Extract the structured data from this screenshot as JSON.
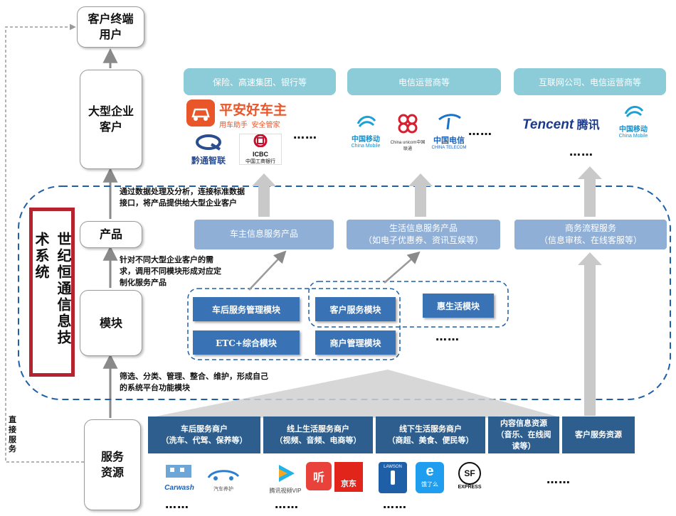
{
  "nodes": {
    "client": "客户终端用户",
    "enterprise": "大型企业客户",
    "product": "产品",
    "module": "模块",
    "service": "服务资源",
    "company": "世纪恒通信息技术系统",
    "direct": "直接服务"
  },
  "notes": {
    "top": "通过数据处理及分析，连接标准数据接口，将产品提供给大型企业客户",
    "mid": "针对不同大型企业客户的需求，调用不同模块形成对应定制化服务产品",
    "bottom": "筛选、分类、管理、整合、维护，形成自己的系统平台功能模块"
  },
  "categories": [
    "保险、高速集团、银行等",
    "电信运营商等",
    "互联网公司、电信运营商等"
  ],
  "products": [
    {
      "line1": "车主信息服务产品",
      "line2": ""
    },
    {
      "line1": "生活信息服务产品",
      "line2": "（如电子优惠券、资讯互娱等）"
    },
    {
      "line1": "商务流程服务",
      "line2": "（信息审核、在线客服等）"
    }
  ],
  "modules": [
    "车后服务管理模块",
    "客户服务模块",
    "惠生活模块",
    "ETC+综合模块",
    "商户管理模块"
  ],
  "resources": [
    {
      "line1": "车后服务商户",
      "line2": "（洗车、代驾、保养等）"
    },
    {
      "line1": "线上生活服务商户",
      "line2": "（视频、音频、电商等）"
    },
    {
      "line1": "线下生活服务商户",
      "line2": "（商超、美食、便民等）"
    },
    {
      "line1": "内容信息资源",
      "line2": "（音乐、在线阅读等）"
    },
    {
      "line1": "客户服务资源",
      "line2": ""
    }
  ],
  "logos": {
    "pingan_title": "平安好车主",
    "pingan_sub": "用车助手  安全管家",
    "qiantong": "黔通智联",
    "icbc": "ICBC",
    "icbc_cn": "中国工商银行",
    "cmcc_cn": "中国移动",
    "cmcc_en": "China Mobile",
    "unicom": "China unicom中国联通",
    "telecom_cn": "中国电信",
    "telecom_en": "CHINA TELECOM",
    "tencent": "Tencent",
    "tencent_cn": "腾讯",
    "carwash": "Carwash",
    "carwash_sub": "汽车养护",
    "tvideo": "腾讯视频VIP",
    "ting": "听",
    "jd": "京东",
    "lawson": "LAWSON",
    "eleme": "饿了么",
    "sf": "SF",
    "sf_sub": "EXPRESS"
  },
  "ellipsis": "……"
}
